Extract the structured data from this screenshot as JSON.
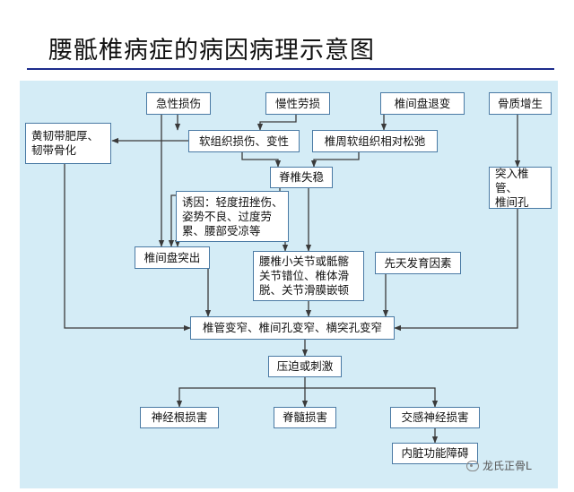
{
  "title": "腰骶椎病症的病因病理示意图",
  "boxes": {
    "acute_injury": "急性损伤",
    "chronic_strain": "慢性劳损",
    "disc_degeneration": "椎间盘退变",
    "bone_hyperplasia": "骨质增生",
    "ligament": "黄韧带肥厚、\n韧带骨化",
    "soft_tissue_injury": "软组织损伤、变性",
    "paravertebral_laxity": "椎周软组织相对松弛",
    "spinal_instability": "脊椎失稳",
    "protrude_canal": "突入椎管、\n椎间孔",
    "inducement": "诱因：轻度扭挫伤、\n姿势不良、过度劳\n累、腰部受凉等",
    "disc_herniation": "椎间盘突出",
    "facet_disorder": "腰椎小关节或骶髂\n关节错位、椎体滑\n脱、关节滑膜嵌顿",
    "congenital": "先天发育因素",
    "stenosis": "椎管变窄、椎间孔变窄、横突孔变窄",
    "compression": "压迫或刺激",
    "nerve_root": "神经根损害",
    "spinal_cord": "脊髓损害",
    "sympathetic": "交感神经损害",
    "visceral": "内脏功能障碍"
  },
  "watermark": "龙氏正骨L",
  "colors": {
    "panel": "#d4ecf6",
    "border": "#4a7aa4",
    "arrow": "#3a3a3a",
    "rule": "#1d2c8c"
  }
}
